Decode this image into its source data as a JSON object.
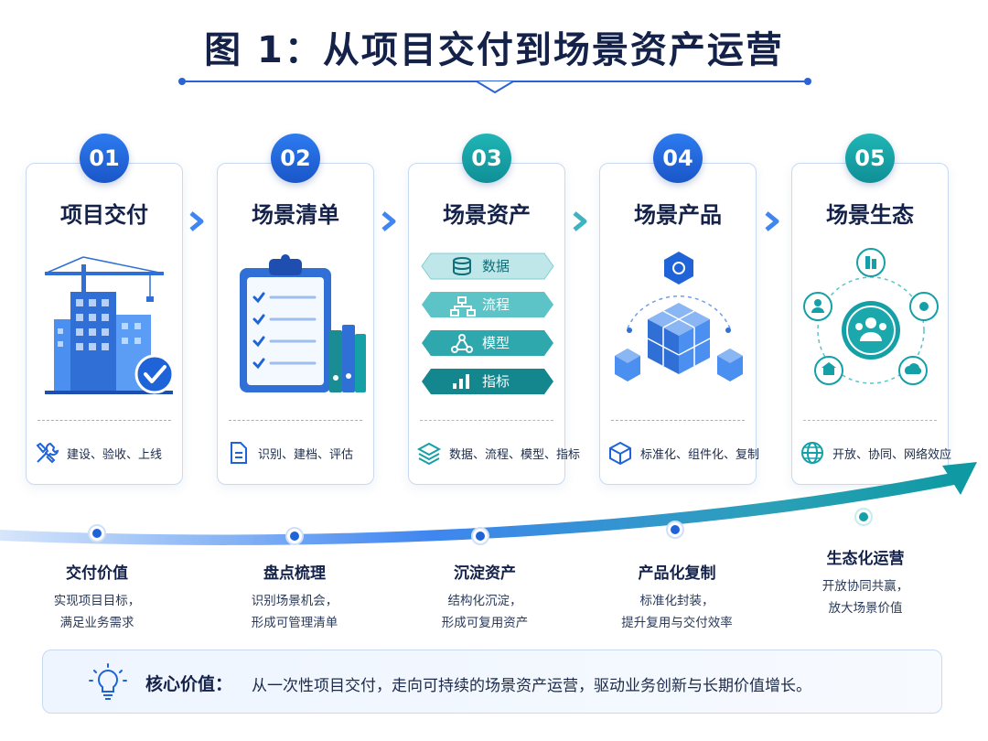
{
  "title": "图 1：从项目交付到场景资产运营",
  "steps": [
    {
      "num": "01",
      "title": "项目交付",
      "footer": "建设、验收、上线",
      "footer_icon": "tools-icon"
    },
    {
      "num": "02",
      "title": "场景清单",
      "footer": "识别、建档、评估",
      "footer_icon": "document-icon"
    },
    {
      "num": "03",
      "title": "场景资产",
      "footer": "数据、流程、模型、指标",
      "footer_icon": "layers-icon",
      "layers": [
        "数据",
        "流程",
        "模型",
        "指标"
      ]
    },
    {
      "num": "04",
      "title": "场景产品",
      "footer": "标准化、组件化、复制",
      "footer_icon": "cube-icon"
    },
    {
      "num": "05",
      "title": "场景生态",
      "footer": "开放、协同、网络效应",
      "footer_icon": "globe-icon"
    }
  ],
  "stages": [
    {
      "title": "交付价值",
      "desc": [
        "实现项目目标，",
        "满足业务需求"
      ]
    },
    {
      "title": "盘点梳理",
      "desc": [
        "识别场景机会，",
        "形成可管理清单"
      ]
    },
    {
      "title": "沉淀资产",
      "desc": [
        "结构化沉淀，",
        "形成可复用资产"
      ]
    },
    {
      "title": "产品化复制",
      "desc": [
        "标准化封装，",
        "提升复用与交付效率"
      ]
    },
    {
      "title": "生态化运营",
      "desc": [
        "开放协同共赢，",
        "放大场景价值"
      ]
    }
  ],
  "core": {
    "label": "核心价值：",
    "text": "从一次性项目交付，走向可持续的场景资产运营，驱动业务创新与长期价值增长。"
  },
  "colors": {
    "blue": "#1f63d8",
    "teal": "#14a0a6",
    "navy": "#14224a"
  }
}
